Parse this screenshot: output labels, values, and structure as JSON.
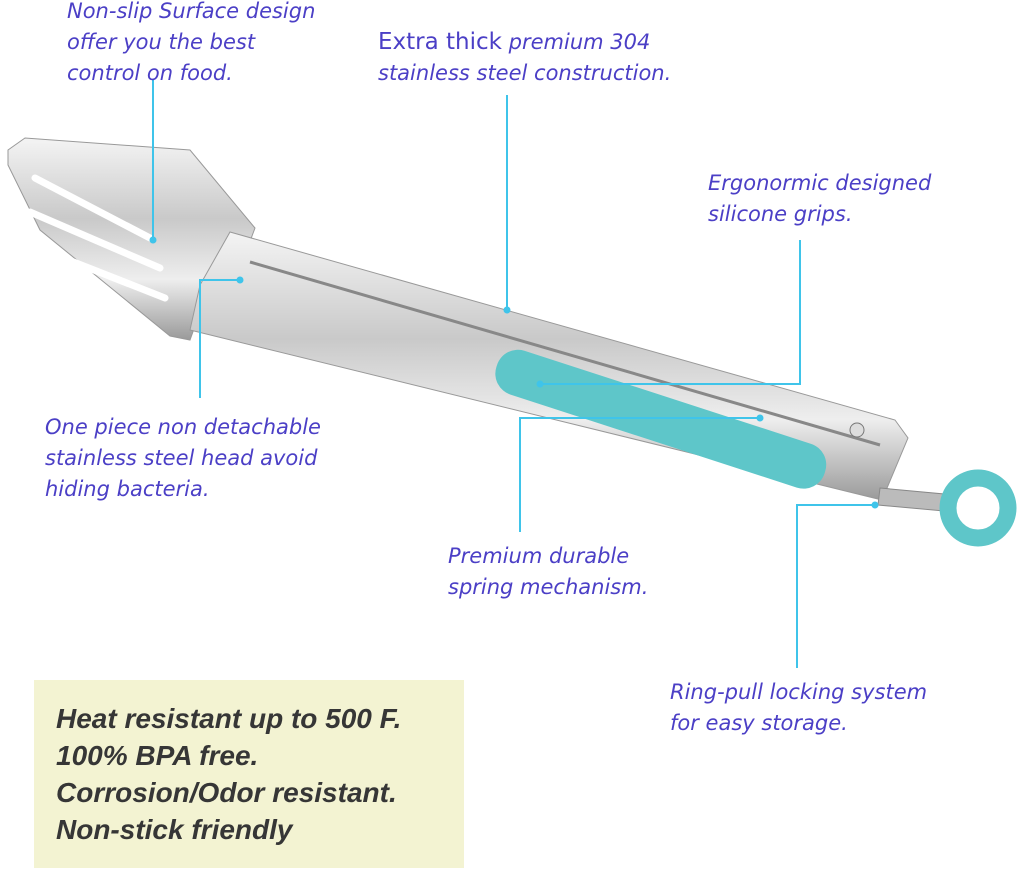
{
  "colors": {
    "text": "#4b3fc6",
    "callout_line": "#3fc4ea",
    "grip": "#5ec6c9",
    "info_box": "#f3f3d2"
  },
  "callouts": {
    "surface": {
      "lines": [
        "Non-slip Surface design",
        "offer you the best",
        "control on food."
      ]
    },
    "steel": {
      "strong": "Extra thick",
      "rest": " premium 304",
      "line2": "stainless steel construction."
    },
    "grips": {
      "lines": [
        "Ergonormic designed",
        "silicone grips."
      ]
    },
    "head": {
      "lines": [
        "One piece non detachable",
        "stainless steel head avoid",
        "hiding bacteria."
      ]
    },
    "spring": {
      "lines": [
        "Premium durable",
        "spring mechanism."
      ]
    },
    "ring": {
      "lines": [
        "Ring-pull locking system",
        "for easy storage."
      ]
    }
  },
  "info_box": {
    "lines": [
      "Heat resistant up to 500 F.",
      "100% BPA free.",
      "Corrosion/Odor resistant.",
      "Non-stick friendly"
    ]
  },
  "logo": {
    "brand_mark": "grip-embossed-logo"
  }
}
